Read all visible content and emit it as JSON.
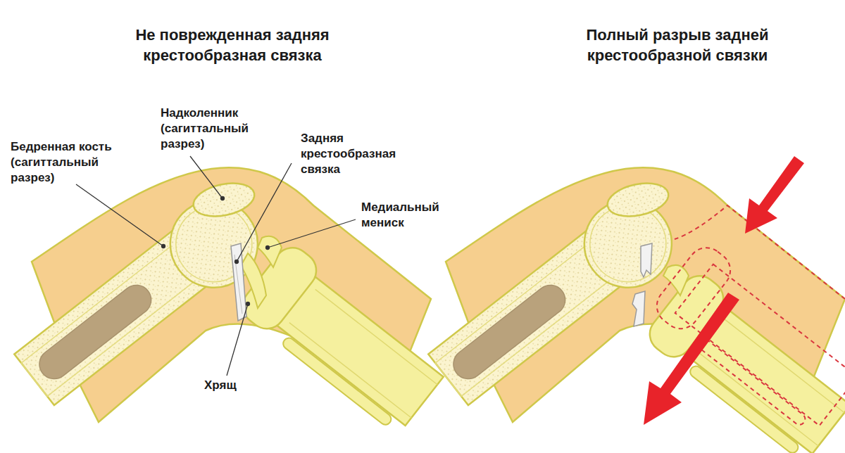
{
  "diagram": {
    "labels": [
      "Не поврежденная задняя крестообразная связка",
      "Полный разрыв задней крестообразной связки",
      "Надколенник (сагиттальный разрез)",
      "Бедренная кость (сагиттальный разрез)",
      "Задняя крестообразная связка",
      "Медиальный мениск",
      "Хрящ"
    ]
  }
}
